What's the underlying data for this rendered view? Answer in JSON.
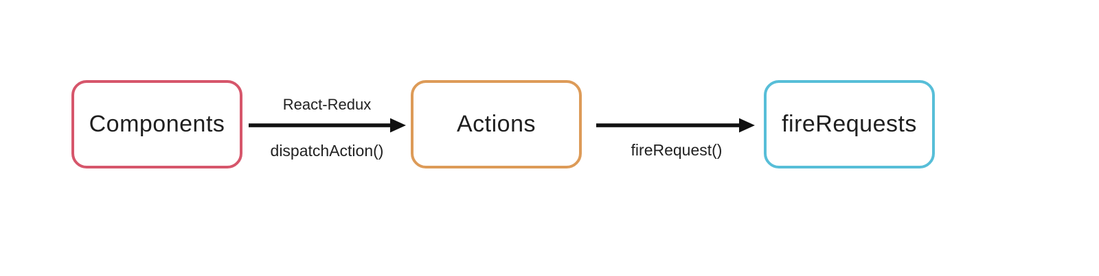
{
  "diagram": {
    "type": "flow",
    "background_color": "#ffffff",
    "arrow_color": "#111111",
    "text_color": "#212121",
    "nodes": [
      {
        "id": "components",
        "label": "Components",
        "border_color": "#d6566b"
      },
      {
        "id": "actions",
        "label": "Actions",
        "border_color": "#dd9b58"
      },
      {
        "id": "fireRequests",
        "label": "fireRequests",
        "border_color": "#57bed8"
      }
    ],
    "edges": [
      {
        "from": "components",
        "to": "actions",
        "label_above": "React-Redux",
        "label_below": "dispatchAction()"
      },
      {
        "from": "actions",
        "to": "fireRequests",
        "label_above": "",
        "label_below": "fireRequest()"
      }
    ]
  }
}
